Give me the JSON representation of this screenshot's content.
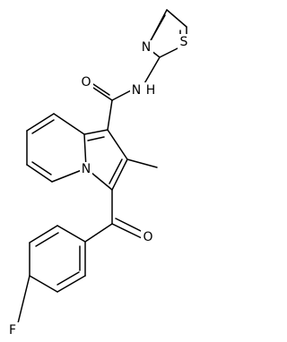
{
  "structure": {
    "type": "chemical-structure",
    "atom_labels": {
      "thiazole_n": "N",
      "thiazole_s": "S",
      "amide_nh": "N",
      "amide_h": "H",
      "amide_o": "O",
      "ring_n": "N",
      "ketone_o": "O",
      "fluorine": "F"
    }
  }
}
